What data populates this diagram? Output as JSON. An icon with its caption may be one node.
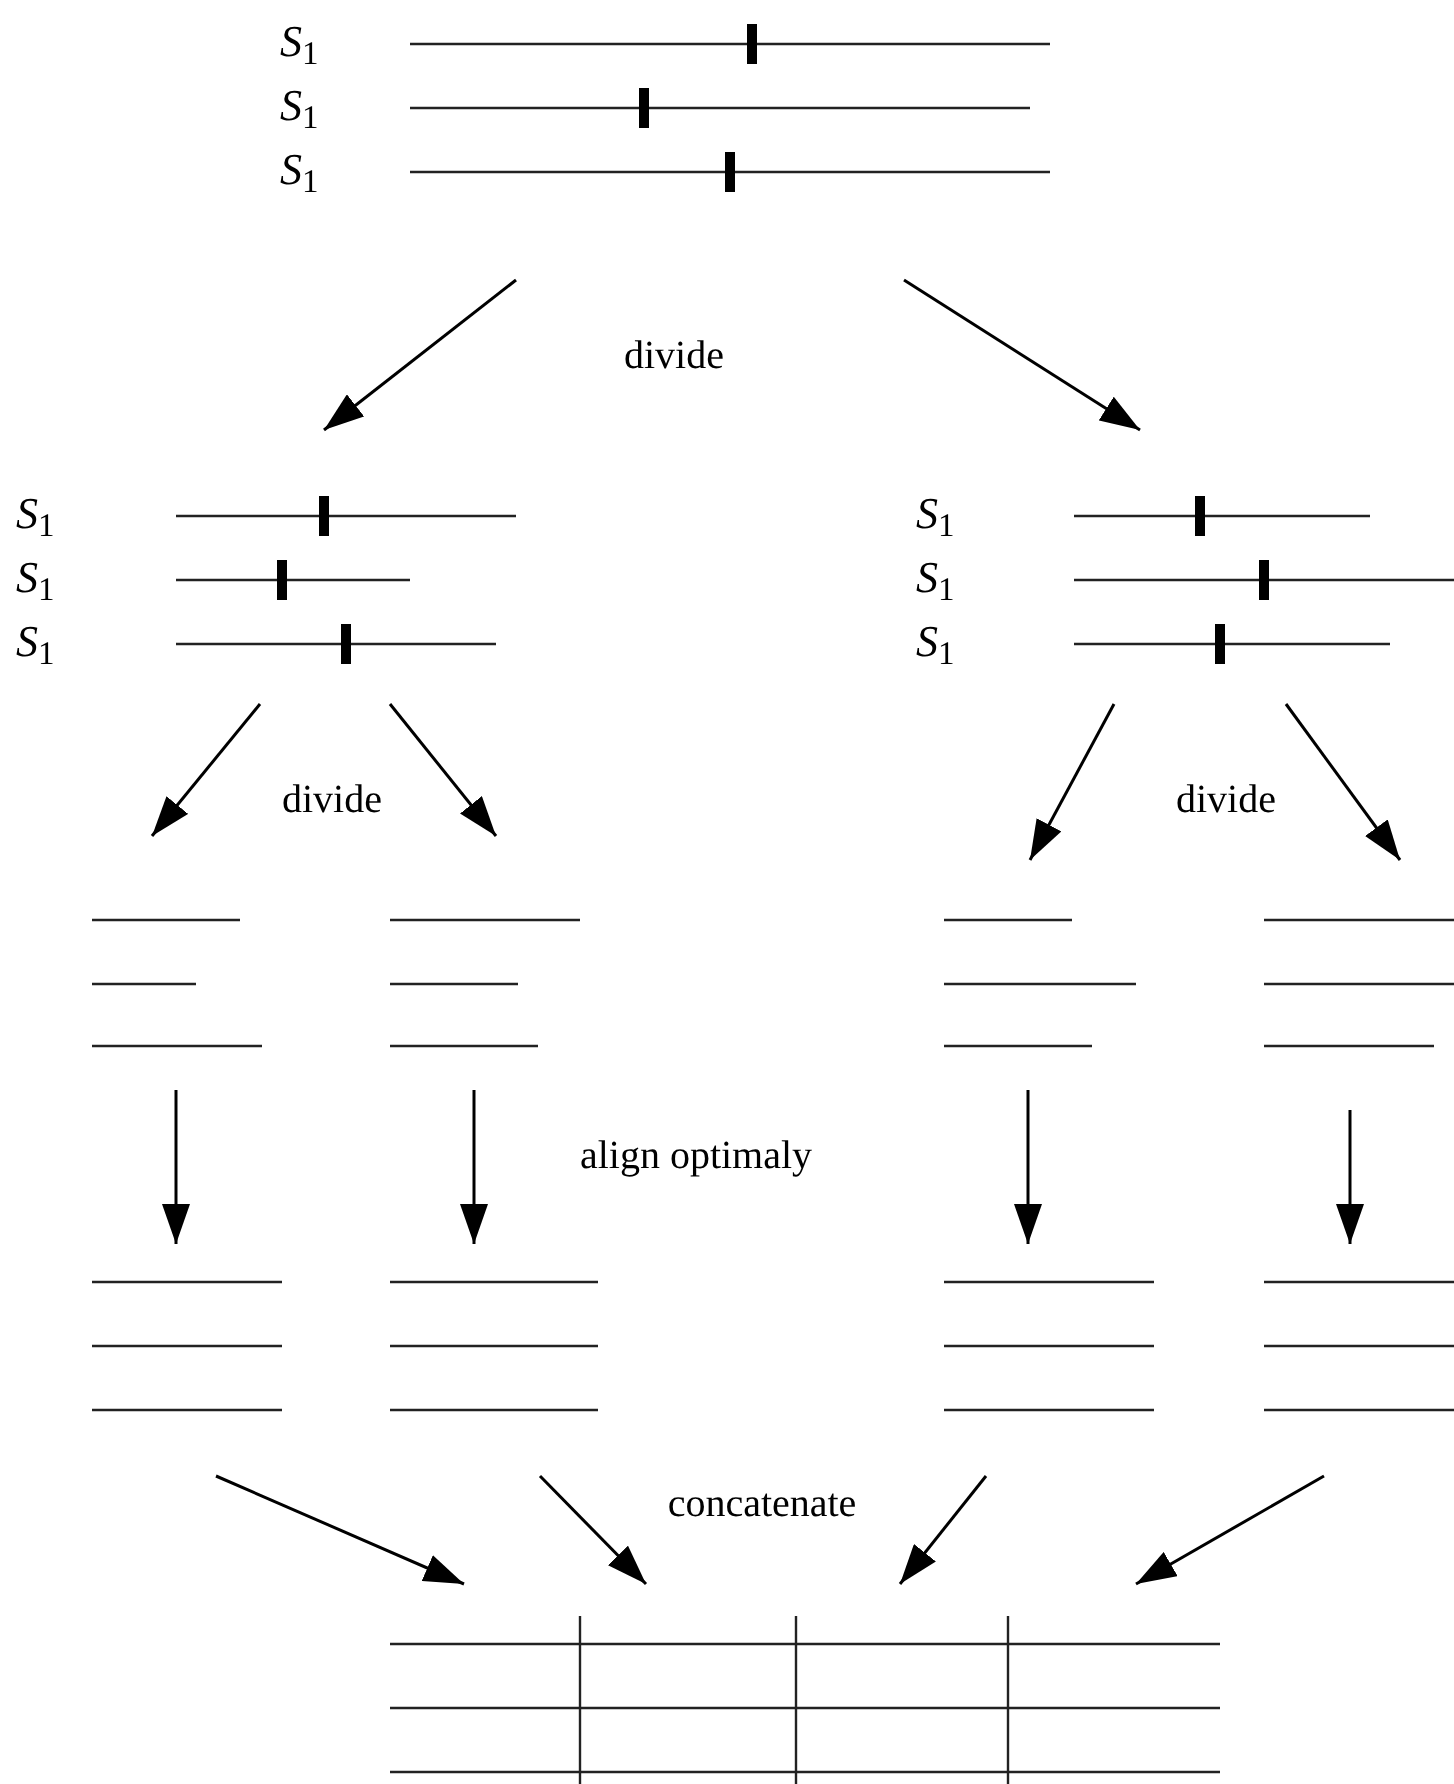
{
  "diagram": {
    "nodes": [
      {
        "text": [
          "*S*$_{1}$",
          "*S*$_{1}$",
          "*S*$_{1}$"
        ]
      },
      {
        "text": [
          "*S*$_{1}$",
          "*S*$_{1}$",
          "*S*$_{1}$"
        ]
      },
      {
        "text": [
          "*S*$_{1}$",
          "*S*$_{1}$",
          "*S*$_{1}$"
        ]
      },
      {
        "text": [],
        "shape": "bar"
      },
      {
        "text": [],
        "shape": "bar"
      },
      {
        "text": [],
        "shape": "bar"
      },
      {
        "text": [],
        "shape": "bar"
      },
      {
        "text": [],
        "shape": "bar"
      },
      {
        "text": [],
        "shape": "bar"
      },
      {
        "text": [],
        "shape": "bar"
      },
      {
        "text": [],
        "shape": "bar"
      },
      {
        "text": [],
        "shape": "bar"
      }
    ],
    "edges": [
      {
        "from": 0,
        "to": 1,
        "arrow": "to"
      },
      {
        "from": 0,
        "to": 2,
        "arrow": "to"
      },
      {
        "from": 1,
        "to": 3,
        "arrow": "to"
      },
      {
        "from": 1,
        "to": 4,
        "arrow": "to"
      },
      {
        "from": 2,
        "to": 5,
        "arrow": "to"
      },
      {
        "from": 2,
        "to": 6,
        "arrow": "to"
      },
      {
        "from": 3,
        "to": 7,
        "arrow": "to"
      },
      {
        "from": 4,
        "to": 8,
        "arrow": "to"
      },
      {
        "from": 5,
        "to": 9,
        "arrow": "to"
      },
      {
        "from": 6,
        "to": 10,
        "arrow": "to"
      },
      {
        "from": 7,
        "to": 11,
        "arrow": "to"
      },
      {
        "from": 8,
        "to": 11,
        "arrow": "to"
      },
      {
        "from": 9,
        "to": 11,
        "arrow": "to"
      },
      {
        "from": 10,
        "to": 11,
        "arrow": "to"
      }
    ],
    "labels": [
      "divide",
      "divide",
      "divide",
      "align optimaly",
      "concatenate"
    ]
  }
}
